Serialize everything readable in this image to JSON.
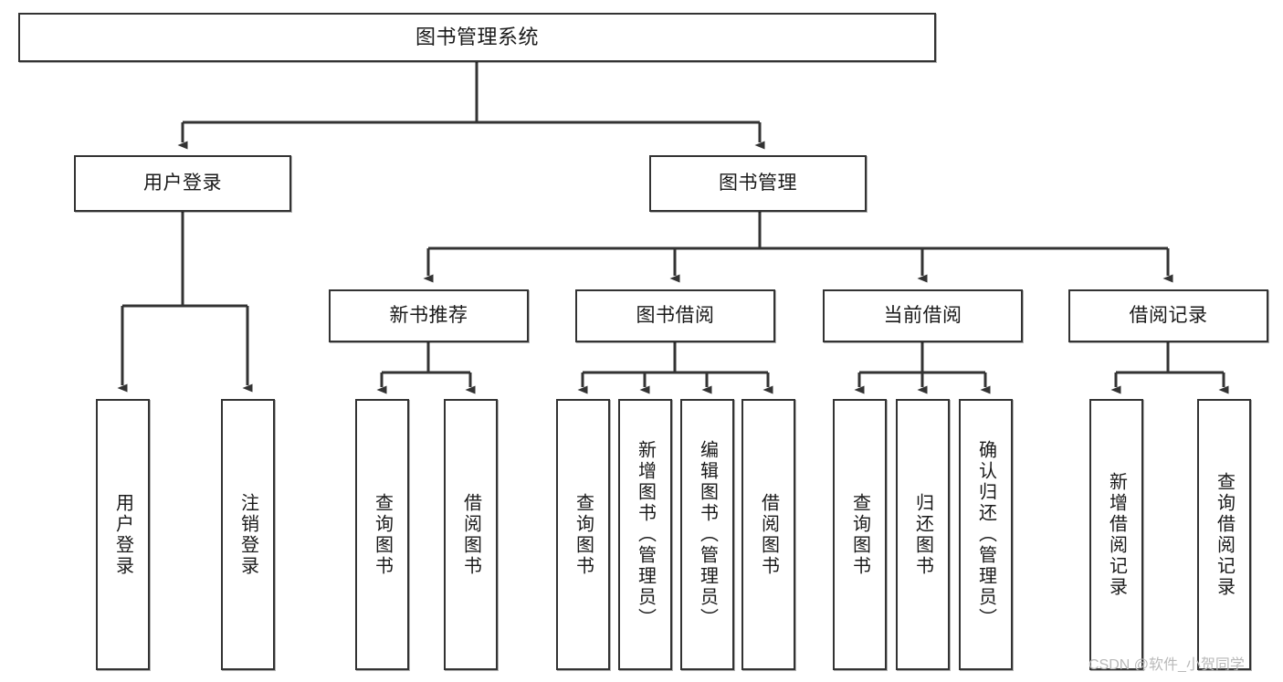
{
  "diagram": {
    "type": "tree-hierarchy-chart",
    "title": "图书管理系统",
    "root": {
      "label": "图书管理系统"
    },
    "level2": [
      {
        "label": "用户登录"
      },
      {
        "label": "图书管理"
      }
    ],
    "level3": [
      {
        "label": "新书推荐"
      },
      {
        "label": "图书借阅"
      },
      {
        "label": "当前借阅"
      },
      {
        "label": "借阅记录"
      }
    ],
    "leaves": {
      "user_login": [
        {
          "label": "用户登录"
        },
        {
          "label": "注销登录"
        }
      ],
      "new_book_recommend": [
        {
          "label": "查询图书"
        },
        {
          "label": "借阅图书"
        }
      ],
      "book_borrow": [
        {
          "label": "查询图书"
        },
        {
          "label": "新增图书（管理员）"
        },
        {
          "label": "编辑图书（管理员）"
        },
        {
          "label": "借阅图书"
        }
      ],
      "current_borrow": [
        {
          "label": "查询图书"
        },
        {
          "label": "归还图书"
        },
        {
          "label": "确认归还（管理员）"
        }
      ],
      "borrow_record": [
        {
          "label": "新增借阅记录"
        },
        {
          "label": "查询借阅记录"
        }
      ]
    }
  },
  "watermark": {
    "text": "CSDN @软件_小贺同学"
  },
  "colors": {
    "box_border": "#333333",
    "box_fill": "#ffffff",
    "connector": "#333333",
    "text": "#1a1a1a",
    "watermark": "#b9b9b9"
  }
}
